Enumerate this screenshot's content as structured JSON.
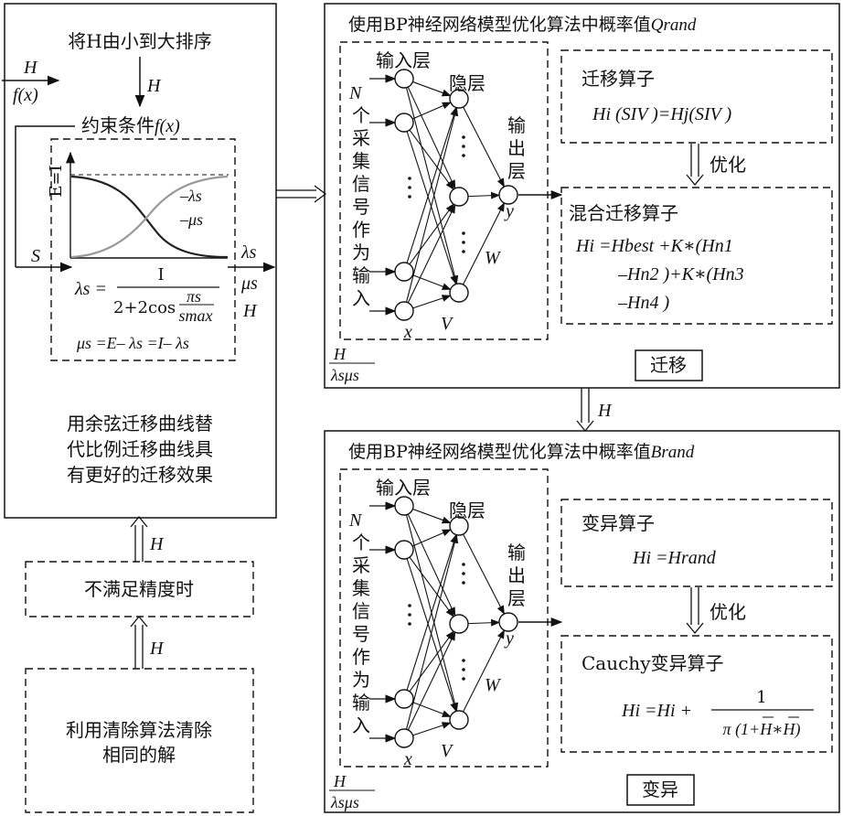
{
  "left": {
    "sort_title": "将H由小到大排序",
    "top_in_h": "H",
    "top_in_f": "f(x)",
    "down_h": "H",
    "constraint_title": "约束条件",
    "constraint_f": "f(x)",
    "graph_ylabel": "E=I",
    "legend_lambda": "–λs",
    "legend_mu": "–μs",
    "s_label": "S",
    "out_lambda": "λs",
    "out_mu": "μs",
    "out_h": "H",
    "formula_lambda_lhs": "λs =",
    "formula_lambda_num": "I",
    "formula_lambda_den": "2+2cos",
    "formula_lambda_den_frac_num": "πs",
    "formula_lambda_den_frac_den": "smax",
    "formula_mu": "μs =E– λs =I– λs",
    "note_lines": [
      "用余弦迁移曲线替",
      "代比例迁移曲线具",
      "有更好的迁移效果"
    ],
    "up_h1": "H",
    "up_h2": "H",
    "precision_box": "不满足精度时",
    "clear_lines": [
      "利用清除算法清除",
      "相同的解"
    ]
  },
  "top_panel": {
    "title": "使用BP神经网络模型优化算法中概率值",
    "title_var": "Qrand",
    "nn": {
      "input_layer": "输入层",
      "hidden_layer": "隐层",
      "output_layer": [
        "输",
        "出",
        "层"
      ],
      "n_label": "N",
      "vertical_text": [
        "个",
        "采",
        "集",
        "信",
        "号",
        "作",
        "为",
        "输",
        "入"
      ],
      "x_label": "x",
      "v_label": "V",
      "w_label": "W",
      "y_label": "y"
    },
    "op1_title": "迁移算子",
    "op1_formula": "Hi (SIV )=Hj(SIV )",
    "optimize": "优化",
    "op2_title": "混合迁移算子",
    "op2_line1": "Hi =Hbest +K∗(Hn1",
    "op2_line2": "–Hn2 )+K∗(Hn3",
    "op2_line3": "–Hn4 )",
    "tag": "迁移",
    "corner_h": "H",
    "corner_ls": "λsμs"
  },
  "mid_h": "H",
  "bottom_panel": {
    "title": "使用BP神经网络模型优化算法中概率值",
    "title_var": "Brand",
    "nn": {
      "input_layer": "输入层",
      "hidden_layer": "隐层",
      "output_layer": [
        "输",
        "出",
        "层"
      ],
      "n_label": "N",
      "vertical_text": [
        "个",
        "采",
        "集",
        "信",
        "号",
        "作",
        "为",
        "输",
        "入"
      ],
      "x_label": "x",
      "v_label": "V",
      "w_label": "W",
      "y_label": "y"
    },
    "op1_title": "变异算子",
    "op1_formula": "Hi =Hrand",
    "optimize": "优化",
    "op2_title": "Cauchy变异算子",
    "op2_lhs": "Hi =Hi +",
    "op2_num": "1",
    "op2_den": "π (1+H∗H)",
    "tag": "变异",
    "corner_h": "H",
    "corner_ls": "λsμs"
  }
}
